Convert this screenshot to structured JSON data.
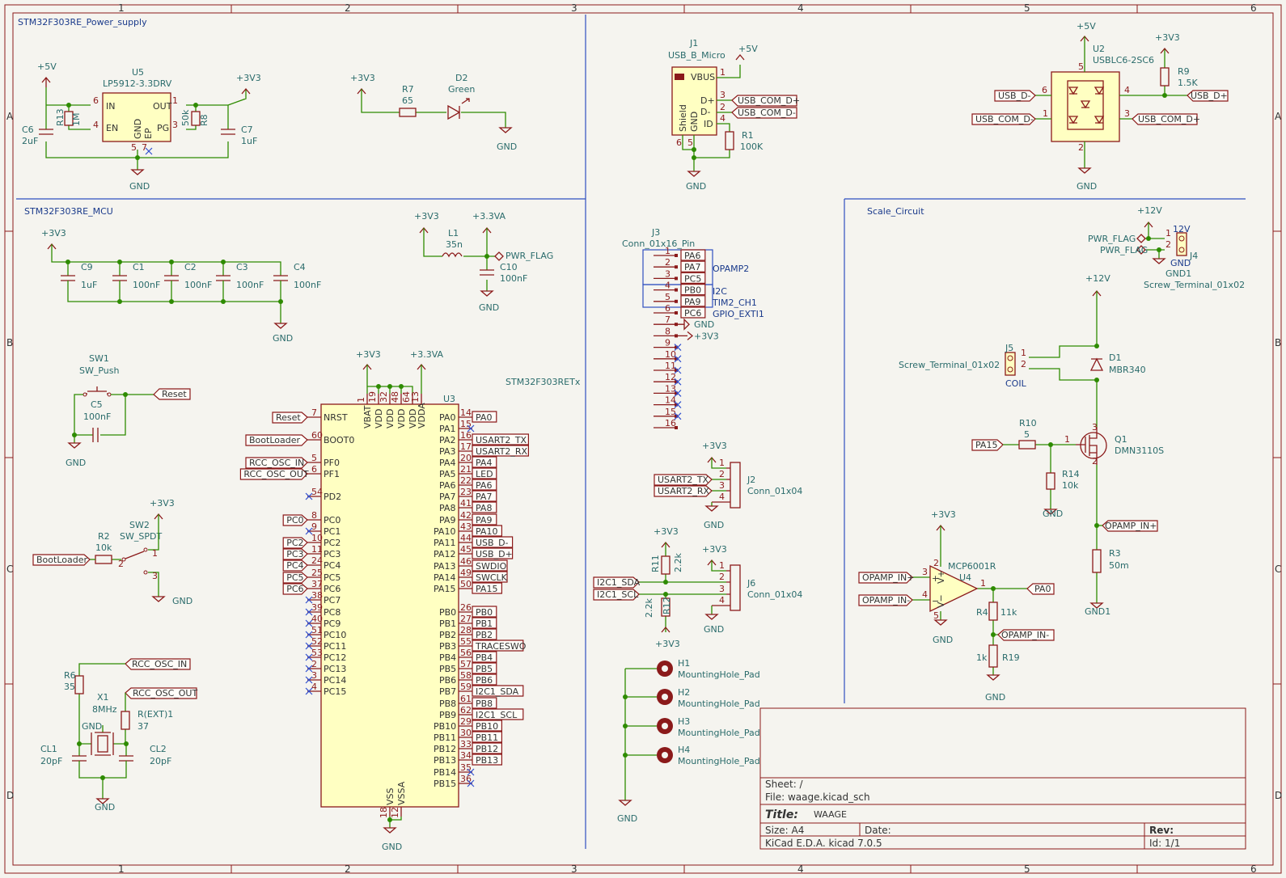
{
  "frame": {
    "columns": [
      "1",
      "2",
      "3",
      "4",
      "5",
      "6"
    ],
    "rows": [
      "A",
      "B",
      "C",
      "D"
    ]
  },
  "sheets": {
    "power": "STM32F303RE_Power_supply",
    "mcu": "STM32F303RE_MCU",
    "scale": "Scale_Circuit"
  },
  "power_supply": {
    "u5_ref": "U5",
    "u5_val": "LP5912-3.3DRV",
    "u5_pins": [
      "IN",
      "EN",
      "OUT",
      "PG",
      "GND",
      "EP"
    ],
    "rails": [
      "+5V",
      "+3V3",
      "+3V3"
    ],
    "c6": [
      "C6",
      "2uF"
    ],
    "c7": [
      "C7",
      "1uF"
    ],
    "r13": [
      "R13",
      "1M"
    ],
    "r8": [
      "R8",
      "50k"
    ],
    "gnd": "GND",
    "r7": [
      "R7",
      "65"
    ],
    "d2": [
      "D2",
      "Green"
    ]
  },
  "usb": {
    "j1_ref": "J1",
    "j1_val": "USB_B_Micro",
    "pins": [
      "VBUS",
      "D+",
      "D-",
      "ID",
      "GND",
      "Shield"
    ],
    "labels": [
      "USB_COM_D+",
      "USB_COM_D-"
    ],
    "r1": [
      "R1",
      "100K"
    ],
    "rail": "+5V",
    "gnd": "GND"
  },
  "esd": {
    "u2_ref": "U2",
    "u2_val": "USBLC6-2SC6",
    "labels": [
      "USB_D-",
      "USB_COM_D-",
      "USB_D+",
      "USB_COM_D+"
    ],
    "r9": [
      "R9",
      "1.5K"
    ],
    "rails": [
      "+5V",
      "+3V3"
    ],
    "gnd": "GND"
  },
  "mcu_power": {
    "rail": "+3V3",
    "caps": [
      [
        "C9",
        "1uF"
      ],
      [
        "C1",
        "100nF"
      ],
      [
        "C2",
        "100nF"
      ],
      [
        "C3",
        "100nF"
      ],
      [
        "C4",
        "100nF"
      ]
    ],
    "gnd": "GND",
    "l1": [
      "L1",
      "35n"
    ],
    "rails": [
      "+3V3",
      "+3.3VA"
    ],
    "pwr_flag": "PWR_FLAG",
    "c10": [
      "C10",
      "100nF"
    ]
  },
  "reset": {
    "sw1": [
      "SW1",
      "SW_Push"
    ],
    "c5": [
      "C5",
      "100nF"
    ],
    "label": "Reset",
    "gnd": "GND"
  },
  "boot": {
    "sw2": [
      "SW2",
      "SW_SPDT"
    ],
    "r2": [
      "R2",
      "10k"
    ],
    "label": "BootLoader",
    "rail": "+3V3",
    "gnd": "GND"
  },
  "osc": {
    "r6": [
      "R6",
      "35"
    ],
    "x1": [
      "X1",
      "8MHz"
    ],
    "rext": [
      "R(EXT)1",
      "37"
    ],
    "cl1": [
      "CL1",
      "20pF"
    ],
    "cl2": [
      "CL2",
      "20pF"
    ],
    "labels": [
      "RCC_OSC_IN",
      "RCC_OSC_OUT"
    ],
    "gnd": "GND"
  },
  "mcu": {
    "ref": "U3",
    "value": "STM32F303RETx",
    "rails": [
      "+3V3",
      "+3.3VA"
    ],
    "top_pins": [
      "VBAT",
      "VDD",
      "VDD",
      "VDD",
      "VDD",
      "VDDA"
    ],
    "top_nums": [
      "1",
      "19",
      "32",
      "48",
      "64",
      "13"
    ],
    "left": [
      {
        "n": "7",
        "name": "NRST",
        "label": "Reset"
      },
      {
        "n": "60",
        "name": "BOOT0",
        "label": "BootLoader"
      },
      {
        "n": "5",
        "name": "PF0",
        "label": "RCC_OSC_IN"
      },
      {
        "n": "6",
        "name": "PF1",
        "label": "RCC_OSC_OUT"
      },
      {
        "n": "54",
        "name": "PD2",
        "label": ""
      },
      {
        "n": "8",
        "name": "PC0",
        "label": "PC0"
      },
      {
        "n": "9",
        "name": "PC1",
        "label": ""
      },
      {
        "n": "10",
        "name": "PC2",
        "label": "PC2"
      },
      {
        "n": "11",
        "name": "PC3",
        "label": "PC3"
      },
      {
        "n": "24",
        "name": "PC4",
        "label": "PC4"
      },
      {
        "n": "25",
        "name": "PC5",
        "label": "PC5"
      },
      {
        "n": "37",
        "name": "PC6",
        "label": "PC6"
      },
      {
        "n": "38",
        "name": "PC7",
        "label": ""
      },
      {
        "n": "39",
        "name": "PC8",
        "label": ""
      },
      {
        "n": "40",
        "name": "PC9",
        "label": ""
      },
      {
        "n": "51",
        "name": "PC10",
        "label": ""
      },
      {
        "n": "52",
        "name": "PC11",
        "label": ""
      },
      {
        "n": "53",
        "name": "PC12",
        "label": ""
      },
      {
        "n": "2",
        "name": "PC13",
        "label": ""
      },
      {
        "n": "3",
        "name": "PC14",
        "label": ""
      },
      {
        "n": "4",
        "name": "PC15",
        "label": ""
      }
    ],
    "right_a": [
      {
        "n": "14",
        "name": "PA0",
        "label": "PA0"
      },
      {
        "n": "15",
        "name": "PA1",
        "label": ""
      },
      {
        "n": "16",
        "name": "PA2",
        "label": "USART2_TX"
      },
      {
        "n": "17",
        "name": "PA3",
        "label": "USART2_RX"
      },
      {
        "n": "20",
        "name": "PA4",
        "label": "PA4"
      },
      {
        "n": "21",
        "name": "PA5",
        "label": "LED"
      },
      {
        "n": "22",
        "name": "PA6",
        "label": "PA6"
      },
      {
        "n": "23",
        "name": "PA7",
        "label": "PA7"
      },
      {
        "n": "41",
        "name": "PA8",
        "label": "PA8"
      },
      {
        "n": "42",
        "name": "PA9",
        "label": "PA9"
      },
      {
        "n": "43",
        "name": "PA10",
        "label": "PA10"
      },
      {
        "n": "44",
        "name": "PA11",
        "label": "USB_D-"
      },
      {
        "n": "45",
        "name": "PA12",
        "label": "USB_D+"
      },
      {
        "n": "46",
        "name": "PA13",
        "label": "SWDIO"
      },
      {
        "n": "49",
        "name": "PA14",
        "label": "SWCLK"
      },
      {
        "n": "50",
        "name": "PA15",
        "label": "PA15"
      }
    ],
    "right_b": [
      {
        "n": "26",
        "name": "PB0",
        "label": "PB0"
      },
      {
        "n": "27",
        "name": "PB1",
        "label": "PB1"
      },
      {
        "n": "28",
        "name": "PB2",
        "label": "PB2"
      },
      {
        "n": "55",
        "name": "PB3",
        "label": "TRACESWO"
      },
      {
        "n": "56",
        "name": "PB4",
        "label": "PB4"
      },
      {
        "n": "57",
        "name": "PB5",
        "label": "PB5"
      },
      {
        "n": "58",
        "name": "PB6",
        "label": "PB6"
      },
      {
        "n": "59",
        "name": "PB7",
        "label": "I2C1_SDA"
      },
      {
        "n": "61",
        "name": "PB8",
        "label": "PB8"
      },
      {
        "n": "62",
        "name": "PB9",
        "label": "I2C1_SCL"
      },
      {
        "n": "29",
        "name": "PB10",
        "label": "PB10"
      },
      {
        "n": "30",
        "name": "PB11",
        "label": "PB11"
      },
      {
        "n": "33",
        "name": "PB12",
        "label": "PB12"
      },
      {
        "n": "34",
        "name": "PB13",
        "label": "PB13"
      },
      {
        "n": "35",
        "name": "PB14",
        "label": ""
      },
      {
        "n": "36",
        "name": "PB15",
        "label": ""
      }
    ],
    "bottom_pins": [
      "VSS",
      "VSSA"
    ],
    "bottom_nums": [
      "18",
      "12"
    ],
    "gnd": "GND"
  },
  "j3": {
    "ref": "J3",
    "value": "Conn_01x16_Pin",
    "pins": [
      "1",
      "2",
      "3",
      "4",
      "5",
      "6",
      "7",
      "8",
      "9",
      "10",
      "11",
      "12",
      "13",
      "14",
      "15",
      "16"
    ],
    "labels": [
      "PA6",
      "PA7",
      "PC5",
      "PB0",
      "PA9",
      "PC6"
    ],
    "gnd": "GND",
    "rail": "+3V3",
    "notes": [
      "OPAMP2",
      "I2C",
      "TIM2_CH1",
      "GPIO_EXTI1"
    ]
  },
  "j2": {
    "ref": "J2",
    "value": "Conn_01x04",
    "rail": "+3V3",
    "labels": [
      "USART2_TX",
      "USART2_RX"
    ],
    "pins": [
      "1",
      "2",
      "3",
      "4"
    ],
    "gnd": "GND"
  },
  "j6": {
    "ref": "J6",
    "value": "Conn_01x04",
    "rails": [
      "+3V3",
      "+3V3",
      "+3V3"
    ],
    "labels": [
      "I2C1_SDA",
      "I2C1_SCL"
    ],
    "pins": [
      "1",
      "2",
      "3",
      "4"
    ],
    "r11": [
      "R11",
      "2.2k"
    ],
    "r12": [
      "R12",
      "2.2k"
    ],
    "gnd": "GND"
  },
  "holes": {
    "items": [
      [
        "H1",
        "MountingHole_Pad"
      ],
      [
        "H2",
        "MountingHole_Pad"
      ],
      [
        "H3",
        "MountingHole_Pad"
      ],
      [
        "H4",
        "MountingHole_Pad"
      ]
    ],
    "gnd": "GND"
  },
  "scale": {
    "rails": [
      "+12V",
      "+12V",
      "+3V3"
    ],
    "j4": [
      "J4",
      "Screw_Terminal_01x02"
    ],
    "j4_labels": [
      "12V",
      "GND"
    ],
    "pwr_flags": [
      "PWR_FLAG",
      "PWR_FLAG"
    ],
    "gnd1": "GND1",
    "j5": [
      "J5",
      "Screw_Terminal_01x02"
    ],
    "j5_label": "COIL",
    "d1": [
      "D1",
      "MBR340"
    ],
    "r10": [
      "R10",
      "5"
    ],
    "pa15": "PA15",
    "q1": [
      "Q1",
      "DMN3110S"
    ],
    "r14": [
      "R14",
      "10k"
    ],
    "gnd": "GND",
    "opamp_in_plus": "OPAMP_IN+",
    "r3": [
      "R3",
      "50m"
    ],
    "gnd_r3": "GND1",
    "u4": [
      "MCP6001R",
      "U4"
    ],
    "op_labels": [
      "OPAMP_IN+",
      "OPAMP_IN-"
    ],
    "pa0": "PA0",
    "r4": [
      "R4",
      "11k"
    ],
    "r19": [
      "1k",
      "R19"
    ],
    "opamp_in_minus": "OPAMP_IN-"
  },
  "title_block": {
    "sheet": "Sheet: /",
    "file": "File: waage.kicad_sch",
    "title_label": "Title:",
    "title": "WAAGE",
    "size": "Size: A4",
    "date": "Date:",
    "rev": "Rev:",
    "tool": "KiCad E.D.A.  kicad 7.0.5",
    "id": "Id: 1/1"
  }
}
